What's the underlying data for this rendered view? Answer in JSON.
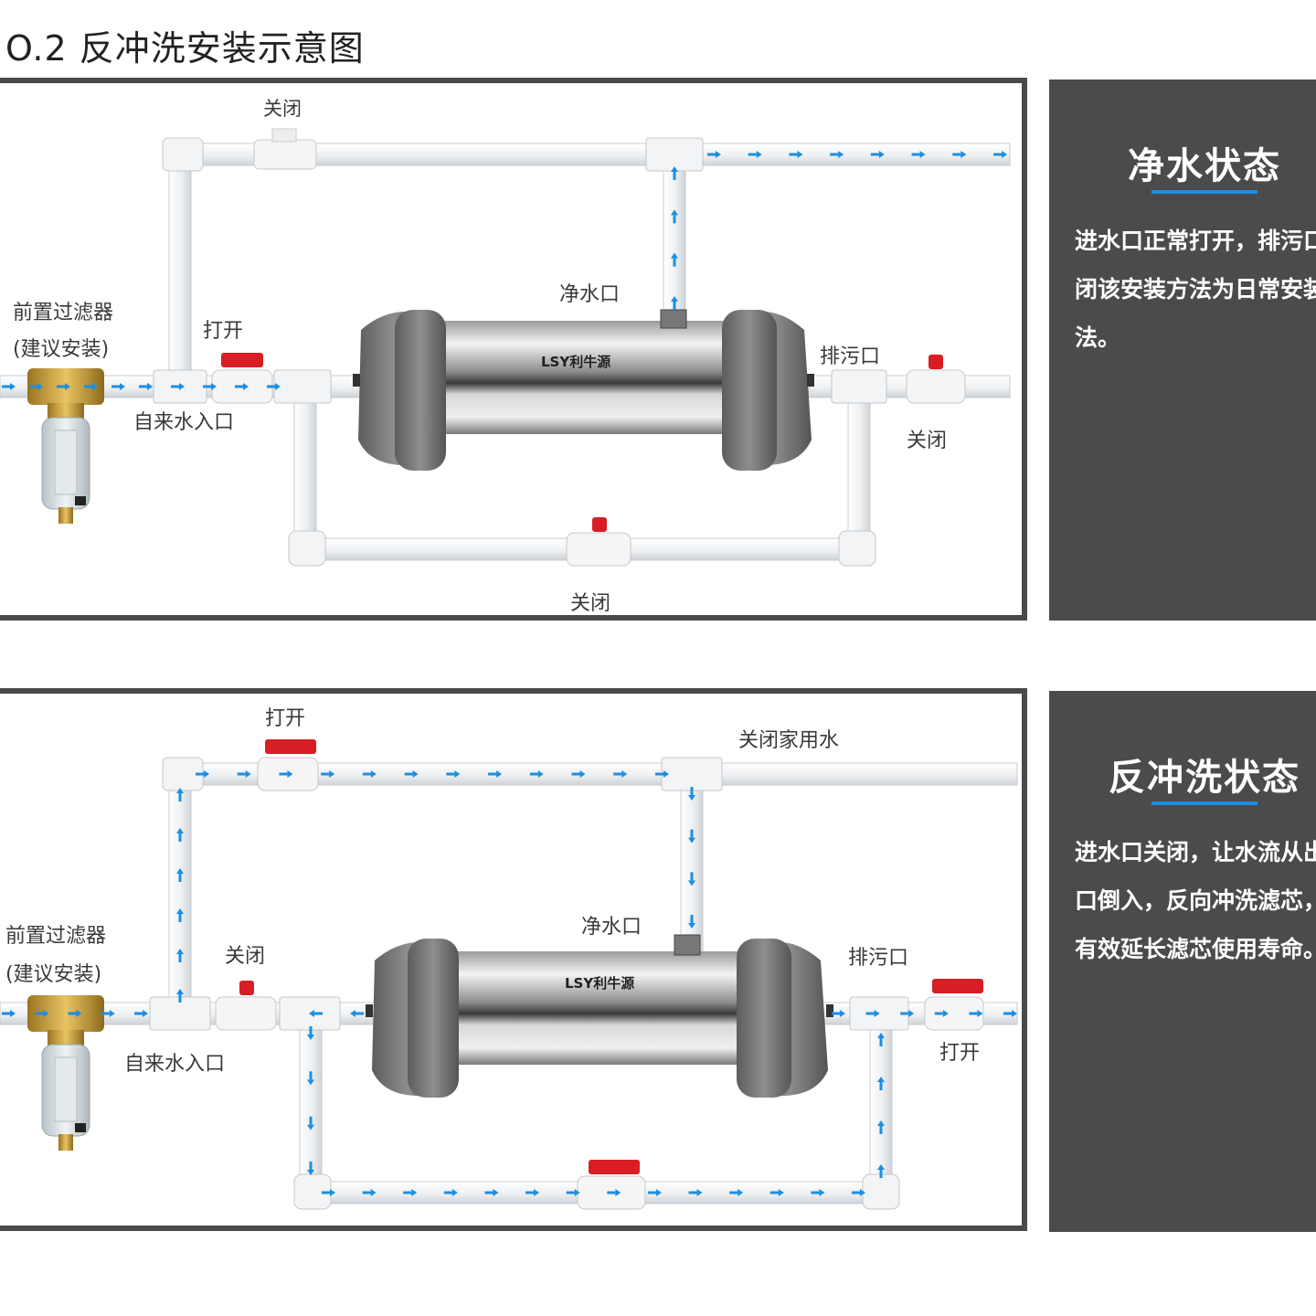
{
  "page_title": "O.2 反冲洗安装示意图",
  "colors": {
    "accent": "#1a8fe3",
    "info_bg": "#4b4b4d",
    "valve_red": "#d81e24",
    "frame": "#4a4a4a"
  },
  "panels": [
    {
      "labels": {
        "top_valve": "关闭",
        "clean_outlet": "净水口",
        "prefilter": "前置过滤器",
        "prefilter_note": "(建议安装)",
        "inlet_valve": "打开",
        "tap_inlet": "自来水入口",
        "drain": "排污口",
        "drain_valve": "关闭",
        "bottom_valve": "关闭",
        "brand": "LSY利牛源"
      },
      "info": {
        "title": "净水状态",
        "text": "进水口正常打开，排污口关闭该安装方法为日常安装方法。"
      }
    },
    {
      "labels": {
        "top_valve": "打开",
        "house_water": "关闭家用水",
        "clean_outlet": "净水口",
        "prefilter": "前置过滤器",
        "prefilter_note": "(建议安装)",
        "inlet_valve": "关闭",
        "tap_inlet": "自来水入口",
        "drain": "排污口",
        "drain_valve": "打开",
        "brand": "LSY利牛源"
      },
      "info": {
        "title": "反冲洗状态",
        "text": "进水口关闭，让水流从出水口倒入，反向冲洗滤芯，可有效延长滤芯使用寿命。"
      }
    }
  ]
}
